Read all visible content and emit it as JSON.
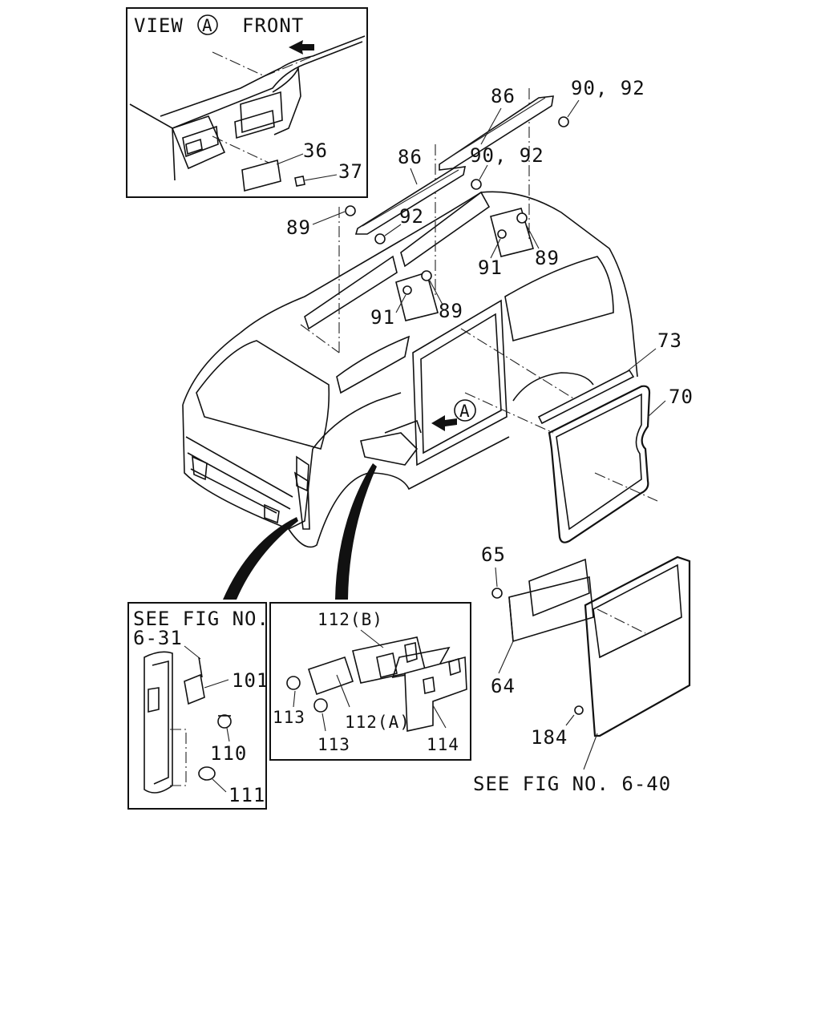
{
  "inset_view_a": {
    "title_prefix": "VIEW",
    "title_circle": "A",
    "title_suffix": "FRONT",
    "labels": {
      "p36": "36",
      "p37": "37"
    }
  },
  "main": {
    "labels": {
      "p86_rear": "86",
      "p90_92_rear": "90, 92",
      "p86_front": "86",
      "p90_92_mid": "90, 92",
      "p92": "92",
      "p89_left": "89",
      "p89_right": "89",
      "p91_right": "91",
      "p91_left": "91",
      "p89_mid": "89",
      "p73": "73",
      "p70": "70",
      "arrow_a": "A",
      "p65": "65",
      "p64": "64",
      "p184": "184"
    },
    "see_fig_6_40": "SEE FIG NO. 6-40"
  },
  "inset_hinge": {
    "see_line1": "SEE FIG NO.",
    "see_line2": "6-31",
    "labels": {
      "p101": "101",
      "p110": "110",
      "p111": "111"
    }
  },
  "inset_rail": {
    "labels": {
      "p112b": "112(B)",
      "p112a": "112(A)",
      "p113_top": "113",
      "p113_bottom": "113",
      "p114": "114"
    }
  }
}
